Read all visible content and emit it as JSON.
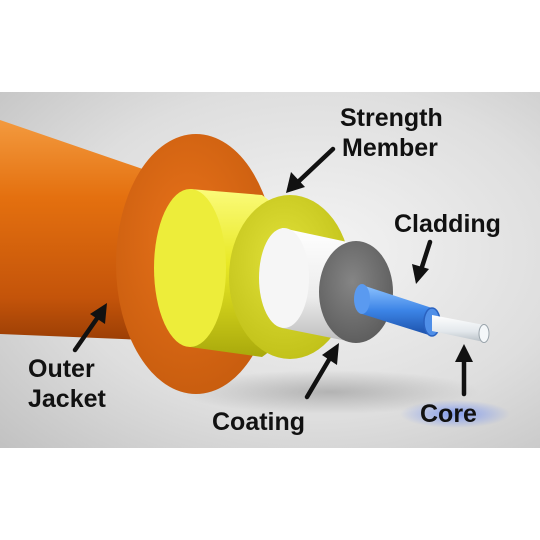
{
  "labels": {
    "strength_member": [
      "Strength",
      "Member"
    ],
    "cladding": "Cladding",
    "outer_jacket": [
      "Outer",
      "Jacket"
    ],
    "coating": "Coating",
    "core": "Core"
  },
  "colors": {
    "background": "#d9d9d9",
    "outer_jacket": "#e0640e",
    "strength_member": "#e6e617",
    "coating": "#f2f2f2",
    "coating_ring": "#6f6f6f",
    "cladding": "#3a7fe0",
    "core": "#e9eef2",
    "text": "#111111"
  }
}
